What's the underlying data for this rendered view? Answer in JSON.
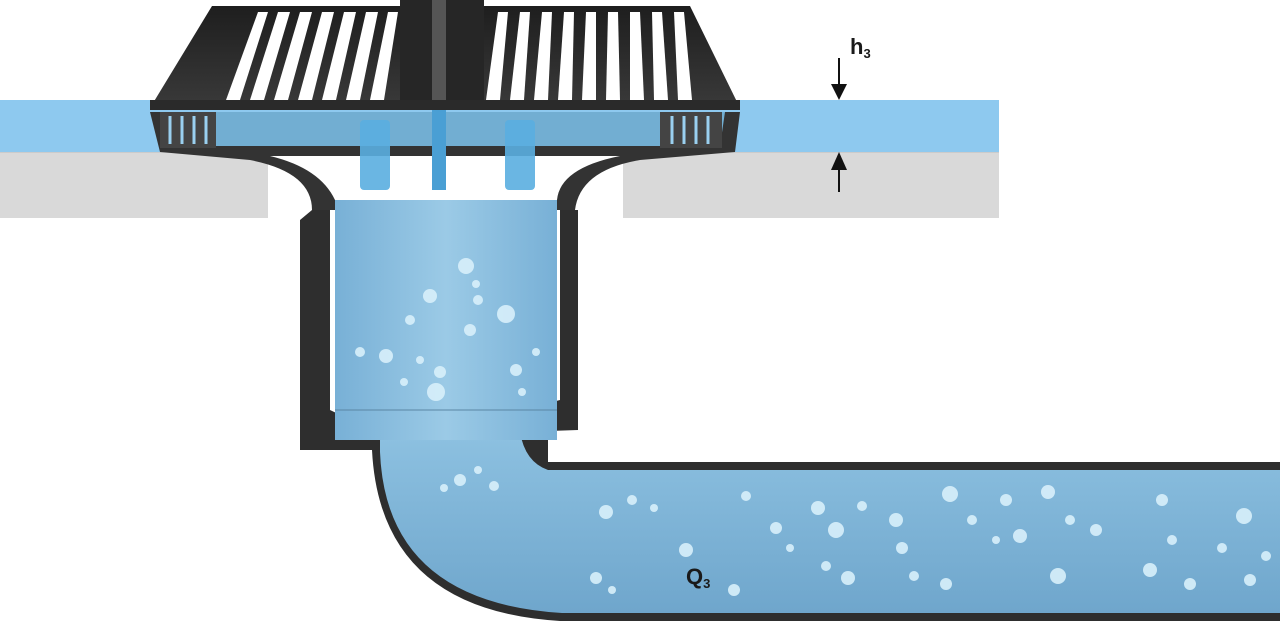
{
  "labels": {
    "height_label": "h",
    "height_subscript": "3",
    "flow_label": "Q",
    "flow_subscript": "3"
  },
  "colors": {
    "water_surface": "#8ec9ef",
    "water_pipe": "#7fb4d6",
    "roof_slab": "#d9d9d9",
    "drain_body": "#2b2b2b",
    "bubble": "#d8f0fb"
  },
  "icons": [
    "roof-drain-grate-icon",
    "arrow-down-icon",
    "arrow-up-icon"
  ]
}
